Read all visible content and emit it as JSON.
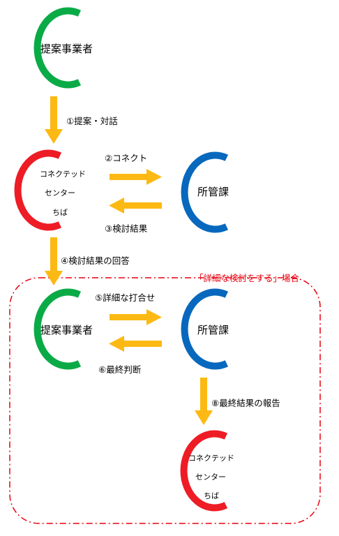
{
  "colors": {
    "green": "#0aab47",
    "red": "#ee1c24",
    "blue": "#0868bd",
    "arrow": "#fdb913",
    "border": "#e8000e"
  },
  "nodes": {
    "proposer_top": "提案事業者",
    "connected_center_1": {
      "line1": "コネクテッド",
      "line2": "センター",
      "line3": "ちば"
    },
    "department_1": "所管課",
    "proposer_bottom": "提案事業者",
    "department_2": "所管課",
    "connected_center_2": {
      "line1": "コネクテッド",
      "line2": "センター",
      "line3": "ちば"
    }
  },
  "steps": {
    "s1": "①提案・対話",
    "s2": "②コネクト",
    "s3": "③検討結果",
    "s4": "④検討結果の回答",
    "s5": "⑤詳細な打合せ",
    "s6": "⑥最終判断",
    "s8": "⑧最終結果の報告"
  },
  "region": {
    "label": "「詳細な検討をする」場合"
  }
}
